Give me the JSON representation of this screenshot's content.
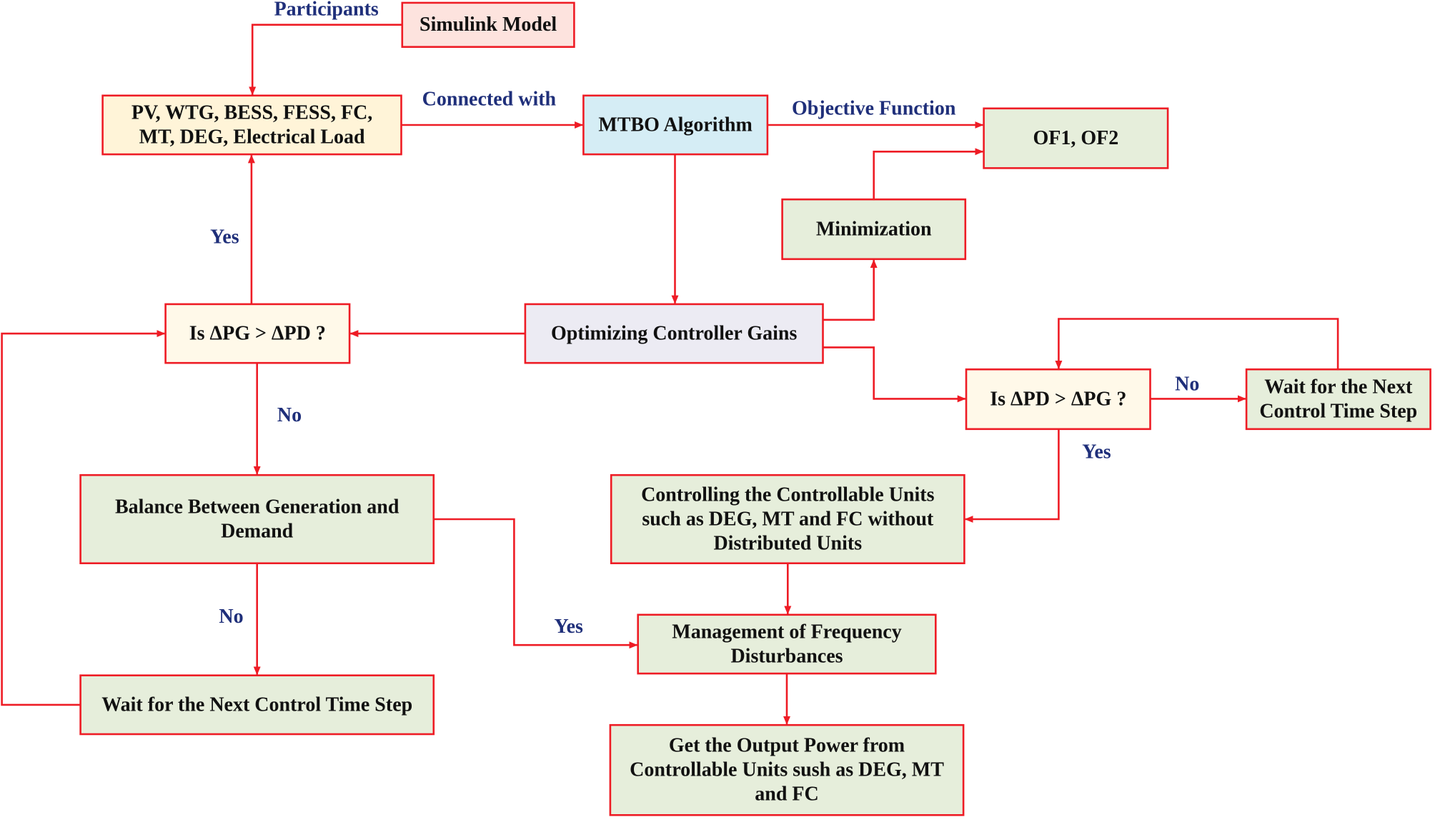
{
  "colors": {
    "edge": "#ee1c25",
    "box_border": "#ee1c25",
    "label_text": "#1f2f7a",
    "node_text": "#111111",
    "fill_pink": "#fde3de",
    "fill_cream": "#fff4d8",
    "fill_blue": "#d5edf5",
    "fill_green": "#e6eedb",
    "fill_lavender": "#ecebf3",
    "fill_ivory": "#fff9e9"
  },
  "nodes": [
    {
      "id": "simulink-model",
      "lines": [
        "Simulink Model"
      ],
      "fill": "fill_pink"
    },
    {
      "id": "participants-units",
      "lines": [
        "PV, WTG, BESS, FESS, FC,",
        "MT, DEG, Electrical Load"
      ],
      "fill": "fill_cream"
    },
    {
      "id": "mtbo-algorithm",
      "lines": [
        "MTBO Algorithm"
      ],
      "fill": "fill_blue"
    },
    {
      "id": "of1-of2",
      "lines": [
        "OF1, OF2"
      ],
      "fill": "fill_green"
    },
    {
      "id": "minimization",
      "lines": [
        "Minimization"
      ],
      "fill": "fill_green"
    },
    {
      "id": "optimizing-controller-gains",
      "lines": [
        "Optimizing Controller Gains"
      ],
      "fill": "fill_lavender"
    },
    {
      "id": "decision-pg-gt-pd",
      "lines": [
        "Is ΔPG > ΔPD ?"
      ],
      "fill": "fill_ivory"
    },
    {
      "id": "decision-pd-gt-pg",
      "lines": [
        "Is ΔPD > ΔPG ?"
      ],
      "fill": "fill_ivory"
    },
    {
      "id": "wait-next-step-right",
      "lines": [
        "Wait for the Next",
        "Control Time Step"
      ],
      "fill": "fill_green"
    },
    {
      "id": "balance-generation-demand",
      "lines": [
        "Balance Between Generation and",
        "Demand"
      ],
      "fill": "fill_green"
    },
    {
      "id": "controlling-controllable-units",
      "lines": [
        "Controlling the Controllable Units",
        "such as DEG, MT and FC without",
        "Distributed Units"
      ],
      "fill": "fill_green"
    },
    {
      "id": "management-frequency-disturbances",
      "lines": [
        "Management of Frequency",
        "Disturbances"
      ],
      "fill": "fill_green"
    },
    {
      "id": "wait-next-step-left",
      "lines": [
        "Wait for the Next Control Time Step"
      ],
      "fill": "fill_green"
    },
    {
      "id": "get-output-power",
      "lines": [
        "Get the Output Power from",
        "Controllable Units sush as DEG, MT",
        "and FC"
      ],
      "fill": "fill_green"
    }
  ],
  "edges": [
    {
      "id": "simulink-to-units",
      "from": "simulink-model",
      "to": "participants-units",
      "label": "Participants"
    },
    {
      "id": "units-to-mtbo",
      "from": "participants-units",
      "to": "mtbo-algorithm",
      "label": "Connected with"
    },
    {
      "id": "mtbo-to-of",
      "from": "mtbo-algorithm",
      "to": "of1-of2",
      "label": "Objective Function"
    },
    {
      "id": "minimization-to-of",
      "from": "minimization",
      "to": "of1-of2",
      "label": ""
    },
    {
      "id": "mtbo-to-gains",
      "from": "mtbo-algorithm",
      "to": "optimizing-controller-gains",
      "label": ""
    },
    {
      "id": "gains-to-minimization",
      "from": "optimizing-controller-gains",
      "to": "minimization",
      "label": ""
    },
    {
      "id": "gains-to-decision-left",
      "from": "optimizing-controller-gains",
      "to": "decision-pg-gt-pd",
      "label": ""
    },
    {
      "id": "gains-to-decision-right",
      "from": "optimizing-controller-gains",
      "to": "decision-pd-gt-pg",
      "label": ""
    },
    {
      "id": "decision-left-yes",
      "from": "decision-pg-gt-pd",
      "to": "participants-units",
      "label": "Yes"
    },
    {
      "id": "decision-left-no",
      "from": "decision-pg-gt-pd",
      "to": "balance-generation-demand",
      "label": "No"
    },
    {
      "id": "balance-no",
      "from": "balance-generation-demand",
      "to": "wait-next-step-left",
      "label": "No"
    },
    {
      "id": "balance-yes",
      "from": "balance-generation-demand",
      "to": "management-frequency-disturbances",
      "label": "Yes"
    },
    {
      "id": "wait-left-loop",
      "from": "wait-next-step-left",
      "to": "decision-pg-gt-pd",
      "label": ""
    },
    {
      "id": "decision-right-no",
      "from": "decision-pd-gt-pg",
      "to": "wait-next-step-right",
      "label": "No"
    },
    {
      "id": "wait-right-loop",
      "from": "wait-next-step-right",
      "to": "decision-pd-gt-pg",
      "label": ""
    },
    {
      "id": "decision-right-yes",
      "from": "decision-pd-gt-pg",
      "to": "controlling-controllable-units",
      "label": "Yes"
    },
    {
      "id": "controlling-to-management",
      "from": "controlling-controllable-units",
      "to": "management-frequency-disturbances",
      "label": ""
    },
    {
      "id": "management-to-output",
      "from": "management-frequency-disturbances",
      "to": "get-output-power",
      "label": ""
    }
  ]
}
